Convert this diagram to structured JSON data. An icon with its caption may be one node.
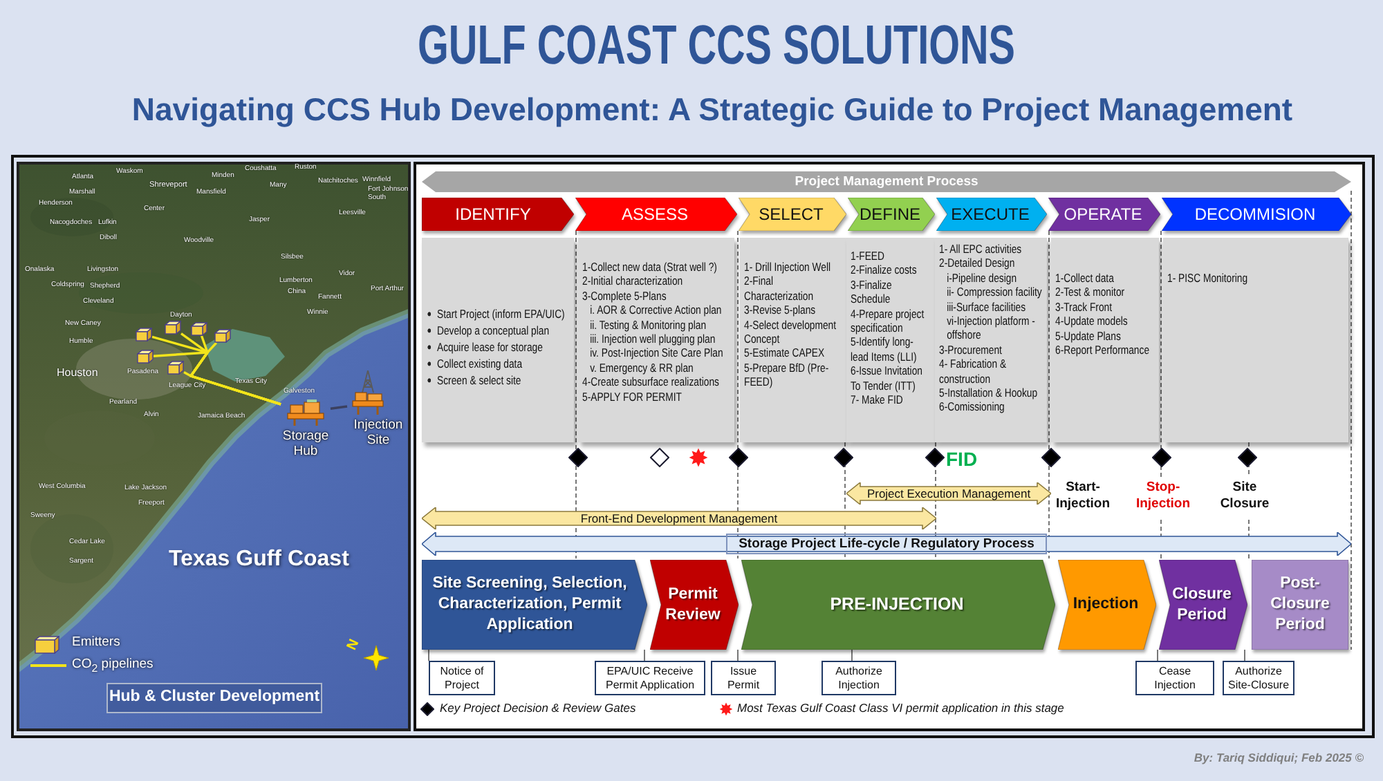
{
  "diagram": {
    "title": "GULF COAST CCS SOLUTIONS",
    "nodes": [
      {
        "text": [],
        "shape": "box"
      },
      {
        "text": [],
        "shape": "box"
      },
      {
        "text": [],
        "shape": "box"
      },
      {
        "text": [],
        "shape": "box"
      },
      {
        "text": [],
        "shape": "box"
      },
      {
        "text": [],
        "shape": "box"
      },
      {
        "text": [
          "Storage Hub"
        ]
      },
      {
        "text": [
          "Injection Site"
        ]
      },
      {
        "text": [
          "Hub & Cluster Development"
        ]
      },
      {
        "text": [
          "Project Management Process"
        ]
      },
      {
        "text": [
          "IDENTIFY"
        ]
      },
      {
        "text": [
          "ASSESS"
        ]
      },
      {
        "text": [
          "SELECT"
        ]
      },
      {
        "text": [
          "DEFINE"
        ]
      },
      {
        "text": [
          "EXECUTE"
        ]
      },
      {
        "text": [
          "OPERATE"
        ]
      },
      {
        "text": [
          "DECOMMISION"
        ]
      },
      {
        "text": [
          "Start Project (inform EPA/UIC)",
          "Develop a conceptual plan",
          "Acquire lease for storage",
          "Collect existing data",
          "Screen & select site"
        ]
      },
      {
        "text": [
          "1-Collect new data (Strat well ?)",
          "2-Initial characterization",
          "3-Complete 5-Plans",
          "i. AOR & Corrective Action plan",
          "ii. Testing & Monitoring plan",
          "iii. Injection well plugging plan",
          "iv. Post-Injection Site Care Plan",
          "v. Emergency & RR plan",
          "4-Create subsurface realizations",
          "5-APPLY FOR PERMIT"
        ]
      },
      {
        "text": [
          "1- Drill Injection Well",
          "2-Final Characterization",
          "3-Revise 5-plans",
          "4-Select development Concept",
          "5-Estimate CAPEX",
          "5-Prepare BfD (Pre-FEED)"
        ]
      },
      {
        "text": [
          "1-FEED",
          "2-Finalize costs",
          "3-Finalize Schedule",
          "4-Prepare project specification",
          "5-Identify long-lead Items (LLI)",
          "6-Issue Invitation To Tender (ITT)",
          "7- Make FID"
        ]
      },
      {
        "text": [
          "1- All EPC activities",
          "2-Detailed Design",
          "i-Pipeline design",
          "ii- Compression facility",
          "iii-Surface facilities",
          "vi-Injection platform - offshore",
          "3-Procurement",
          "4- Fabrication & construction",
          "5-Installation & Hookup",
          "6-Comissioning"
        ]
      },
      {
        "text": [
          "1-Collect data",
          "2-Test & monitor",
          "3-Track Front",
          "4-Update models",
          "5-Update Plans",
          "6-Report Performance"
        ]
      },
      {
        "text": [
          "1- PISC Monitoring"
        ]
      },
      {
        "text": [
          "Project Execution Management"
        ]
      },
      {
        "text": [
          "Front-End Development Management"
        ]
      },
      {
        "text": [
          "Storage Project Life-cycle / Regulatory Process"
        ]
      },
      {
        "text": [
          "Site Screening, Selection, Characterization, Permit Application"
        ]
      },
      {
        "text": [
          "Permit Review"
        ]
      },
      {
        "text": [
          "PRE-INJECTION"
        ]
      },
      {
        "text": [
          "Injection"
        ]
      },
      {
        "text": [
          "Closure Period"
        ]
      },
      {
        "text": [
          "Post-Closure Period"
        ]
      },
      {
        "text": [
          "Notice of Project"
        ]
      },
      {
        "text": [
          "EPA/UIC Receive Permit Application"
        ]
      },
      {
        "text": [
          "Issue Permit"
        ]
      },
      {
        "text": [
          "Authorize Injection"
        ]
      },
      {
        "text": [
          "Cease Injection"
        ]
      },
      {
        "text": [
          "Authorize Site-Closure"
        ]
      }
    ],
    "edges": [
      {
        "from": 0,
        "to": 6,
        "arrow": "none"
      },
      {
        "from": 1,
        "to": 6,
        "arrow": "none"
      },
      {
        "from": 2,
        "to": 6,
        "arrow": "none"
      },
      {
        "from": 3,
        "to": 6,
        "arrow": "none"
      },
      {
        "from": 4,
        "to": 6,
        "arrow": "none"
      },
      {
        "from": 5,
        "to": 6,
        "arrow": "none"
      },
      {
        "from": 6,
        "to": 7,
        "arrow": "none",
        "color": "#3b4160"
      }
    ],
    "labels": [
      "Navigating CCS Hub Development: A Strategic Guide to Project Management",
      "Waskom",
      "Minden",
      "Coushatta",
      "Ruston",
      "Atlanta",
      "Natchitoches",
      "Winnfield",
      "Shreveport",
      "Many",
      "Marshall",
      "Mansfield",
      "Fort Johnson South",
      "Henderson",
      "Center",
      "Leesville",
      "Nacogdoches",
      "Lufkin",
      "Jasper",
      "Diboll",
      "Woodville",
      "Silsbee",
      "Onalaska",
      "Livingston",
      "Vidor",
      "Lumberton",
      "Coldspring",
      "Shepherd",
      "Port Arthur",
      "China",
      "Fannett",
      "Cleveland",
      "Winnie",
      "Dayton",
      "New Caney",
      "Humble",
      "Houston",
      "Pasadena",
      "League City",
      "Texas City",
      "Galveston",
      "Pearland",
      "Alvin",
      "Jamaica Beach",
      "West Columbia",
      "Lake Jackson",
      "Freeport",
      "Sweeny",
      "Cedar Lake",
      "Sargent",
      "Texas Guff Coast",
      "N",
      "FID",
      "Start-Injection",
      "Stop-Injection",
      "Site Closure",
      "By: Tariq Siddiqui; Feb 2025 ©"
    ],
    "legend": [
      {
        "text": "Emitters"
      },
      {
        "text": "CO$_{2}$ pipelines"
      },
      {
        "text": "Key Project Decision & Review Gates"
      },
      {
        "text": "Most Texas Gulf Coast Class VI permit application in this stage"
      }
    ]
  }
}
